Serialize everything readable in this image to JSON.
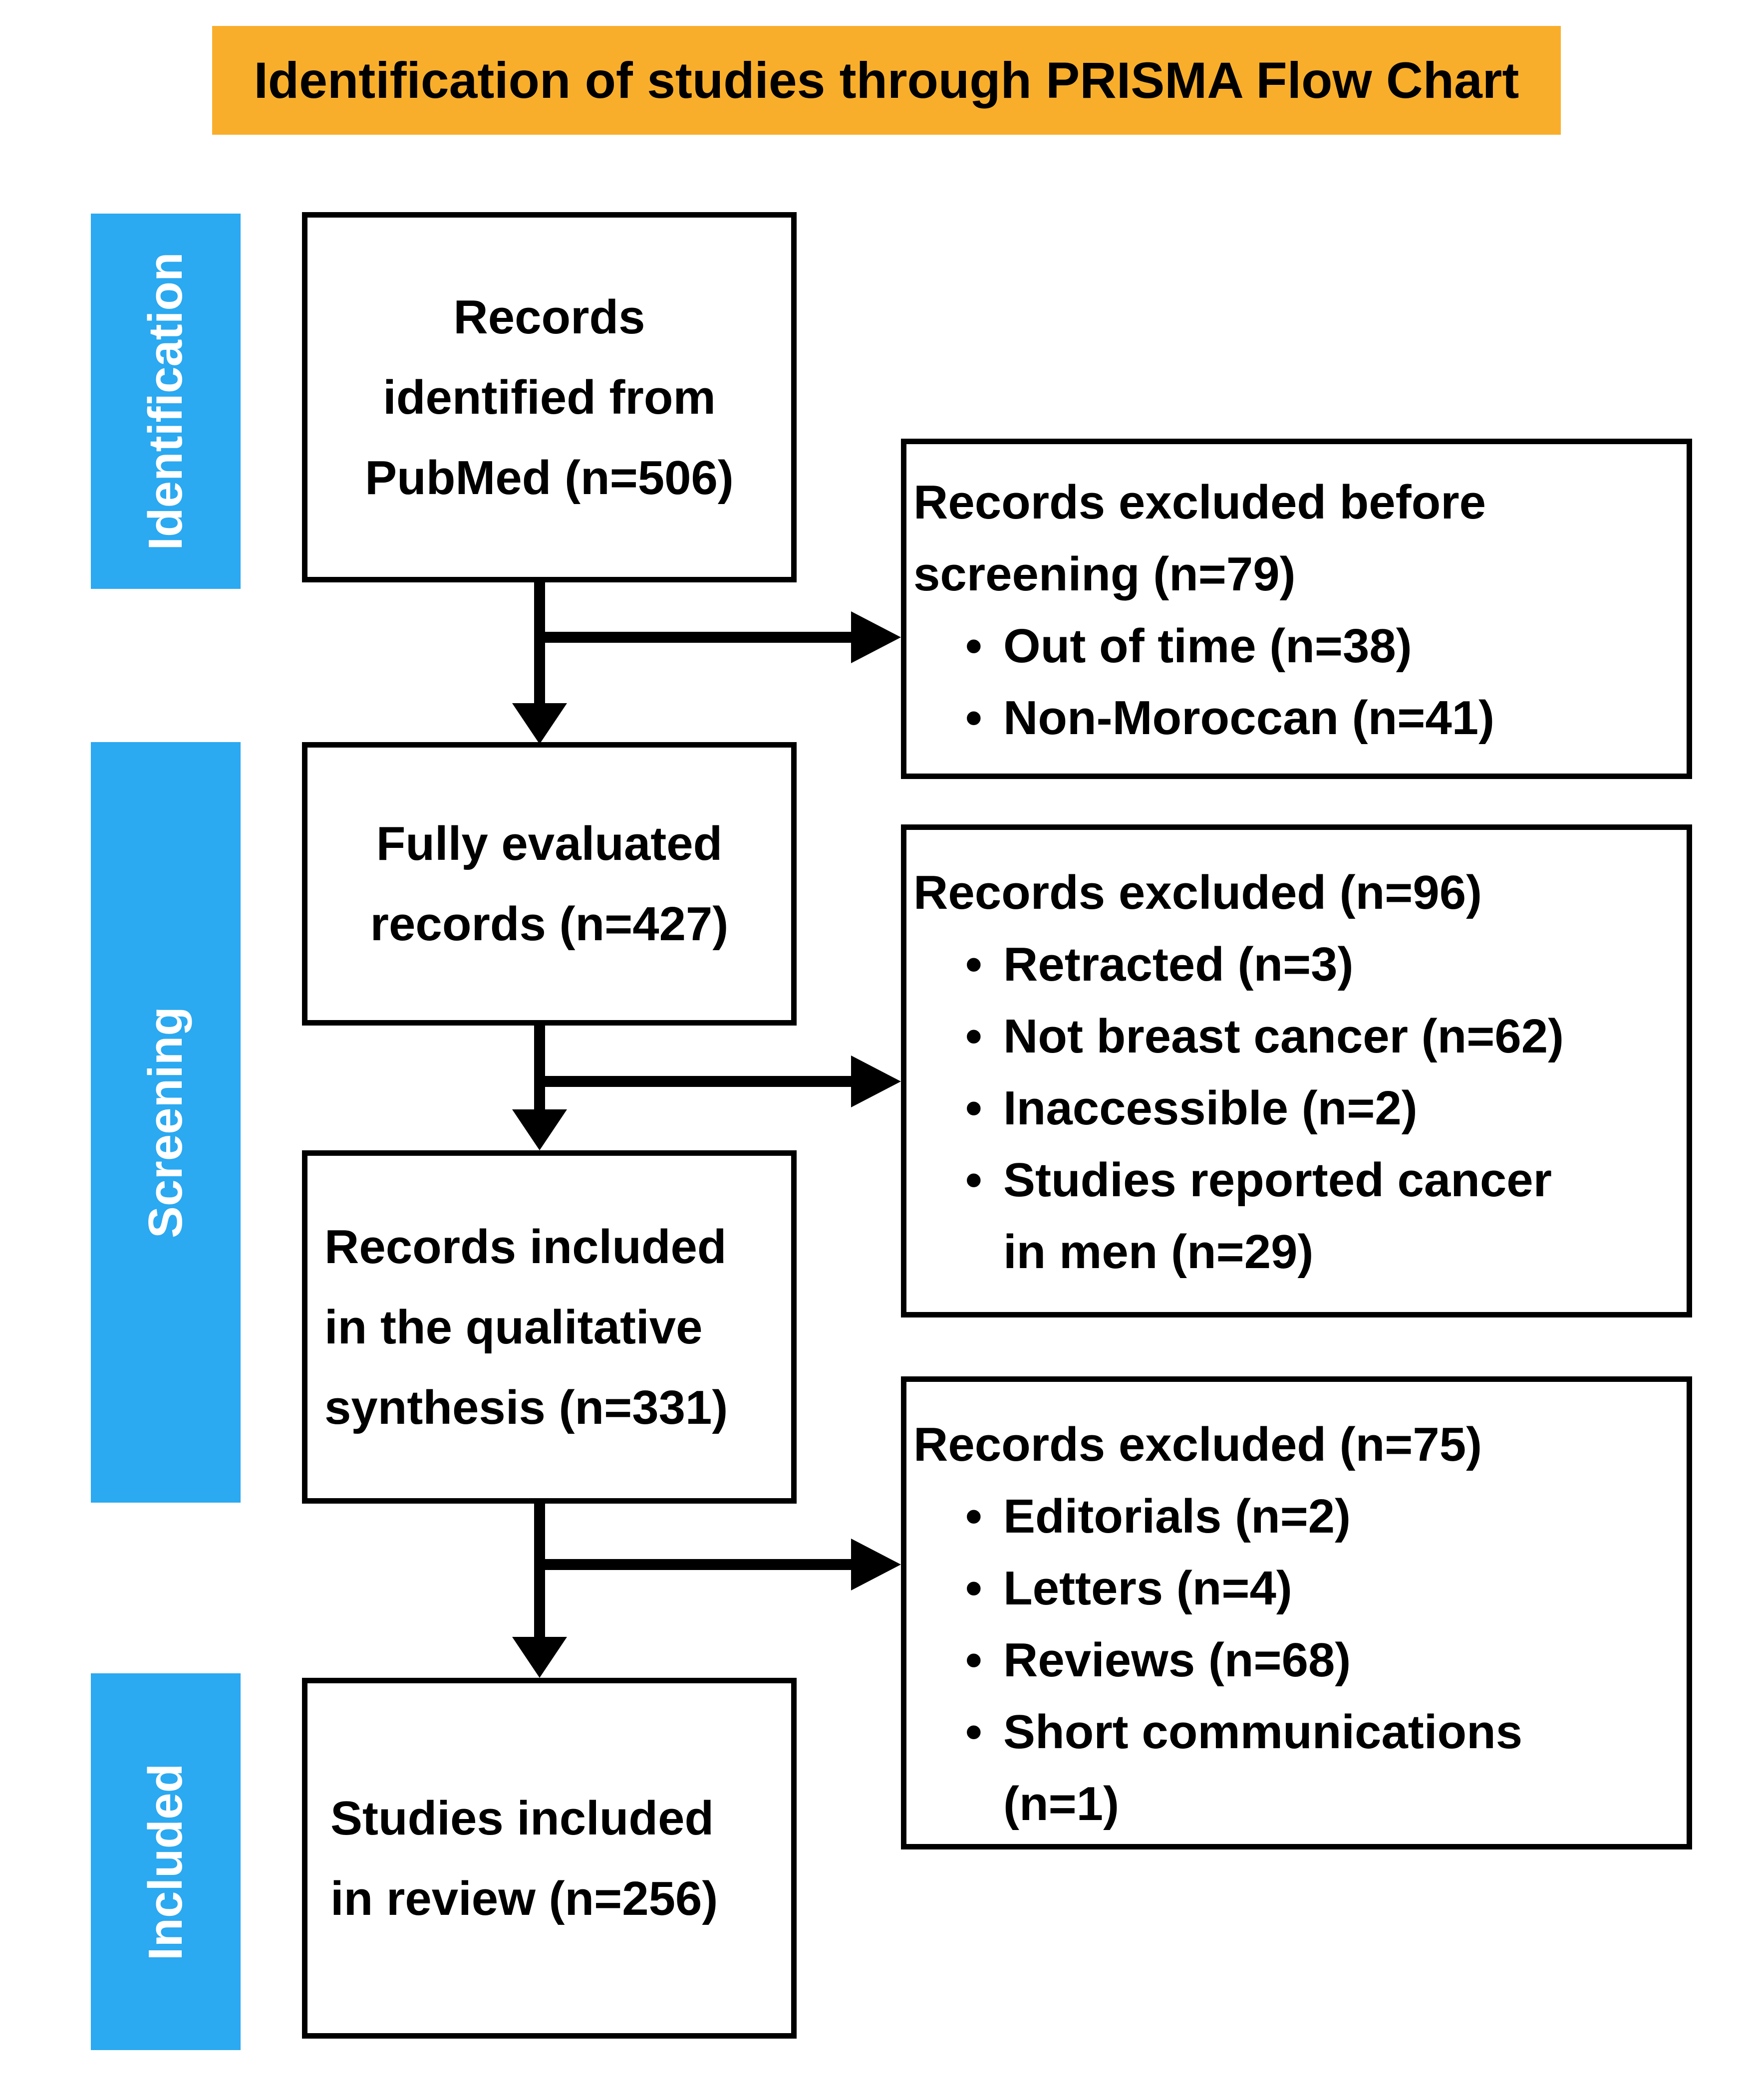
{
  "title": {
    "text": "Identification of studies through PRISMA Flow Chart"
  },
  "glyphs": {
    "bullet": "•"
  },
  "colors": {
    "banner_bg": "#F9AE2B",
    "stage_band_bg": "#2BA9F1",
    "stage_band_text": "#FFFFFF",
    "box_border": "#000000",
    "text": "#000000",
    "background": "#FFFFFF"
  },
  "stages": [
    {
      "label": "Identification"
    },
    {
      "label": "Screening"
    },
    {
      "label": "Included"
    }
  ],
  "main_boxes": [
    {
      "lines": [
        "Records",
        "identified from",
        "PubMed (n=506)"
      ]
    },
    {
      "lines": [
        "Fully evaluated",
        "records (n=427)"
      ]
    },
    {
      "lines": [
        "Records included",
        "in the qualitative",
        "synthesis (n=331)"
      ]
    },
    {
      "lines": [
        "Studies included",
        "in review (n=256)"
      ]
    }
  ],
  "right_boxes": [
    {
      "header_lines": [
        "Records excluded before",
        "screening (n=79)"
      ],
      "bullets": [
        {
          "lines": [
            "Out of time (n=38)"
          ]
        },
        {
          "lines": [
            "Non-Moroccan (n=41)"
          ]
        }
      ]
    },
    {
      "header_lines": [
        "Records excluded (n=96)"
      ],
      "bullets": [
        {
          "lines": [
            "Retracted (n=3)"
          ]
        },
        {
          "lines": [
            "Not breast cancer (n=62)"
          ]
        },
        {
          "lines": [
            "Inaccessible (n=2)"
          ]
        },
        {
          "lines": [
            "Studies reported cancer",
            "in men (n=29)"
          ]
        }
      ]
    },
    {
      "header_lines": [
        "Records excluded (n=75)"
      ],
      "bullets": [
        {
          "lines": [
            "Editorials (n=2)"
          ]
        },
        {
          "lines": [
            "Letters (n=4)"
          ]
        },
        {
          "lines": [
            "Reviews (n=68)"
          ]
        },
        {
          "lines": [
            "Short communications",
            "(n=1)"
          ]
        }
      ]
    }
  ]
}
